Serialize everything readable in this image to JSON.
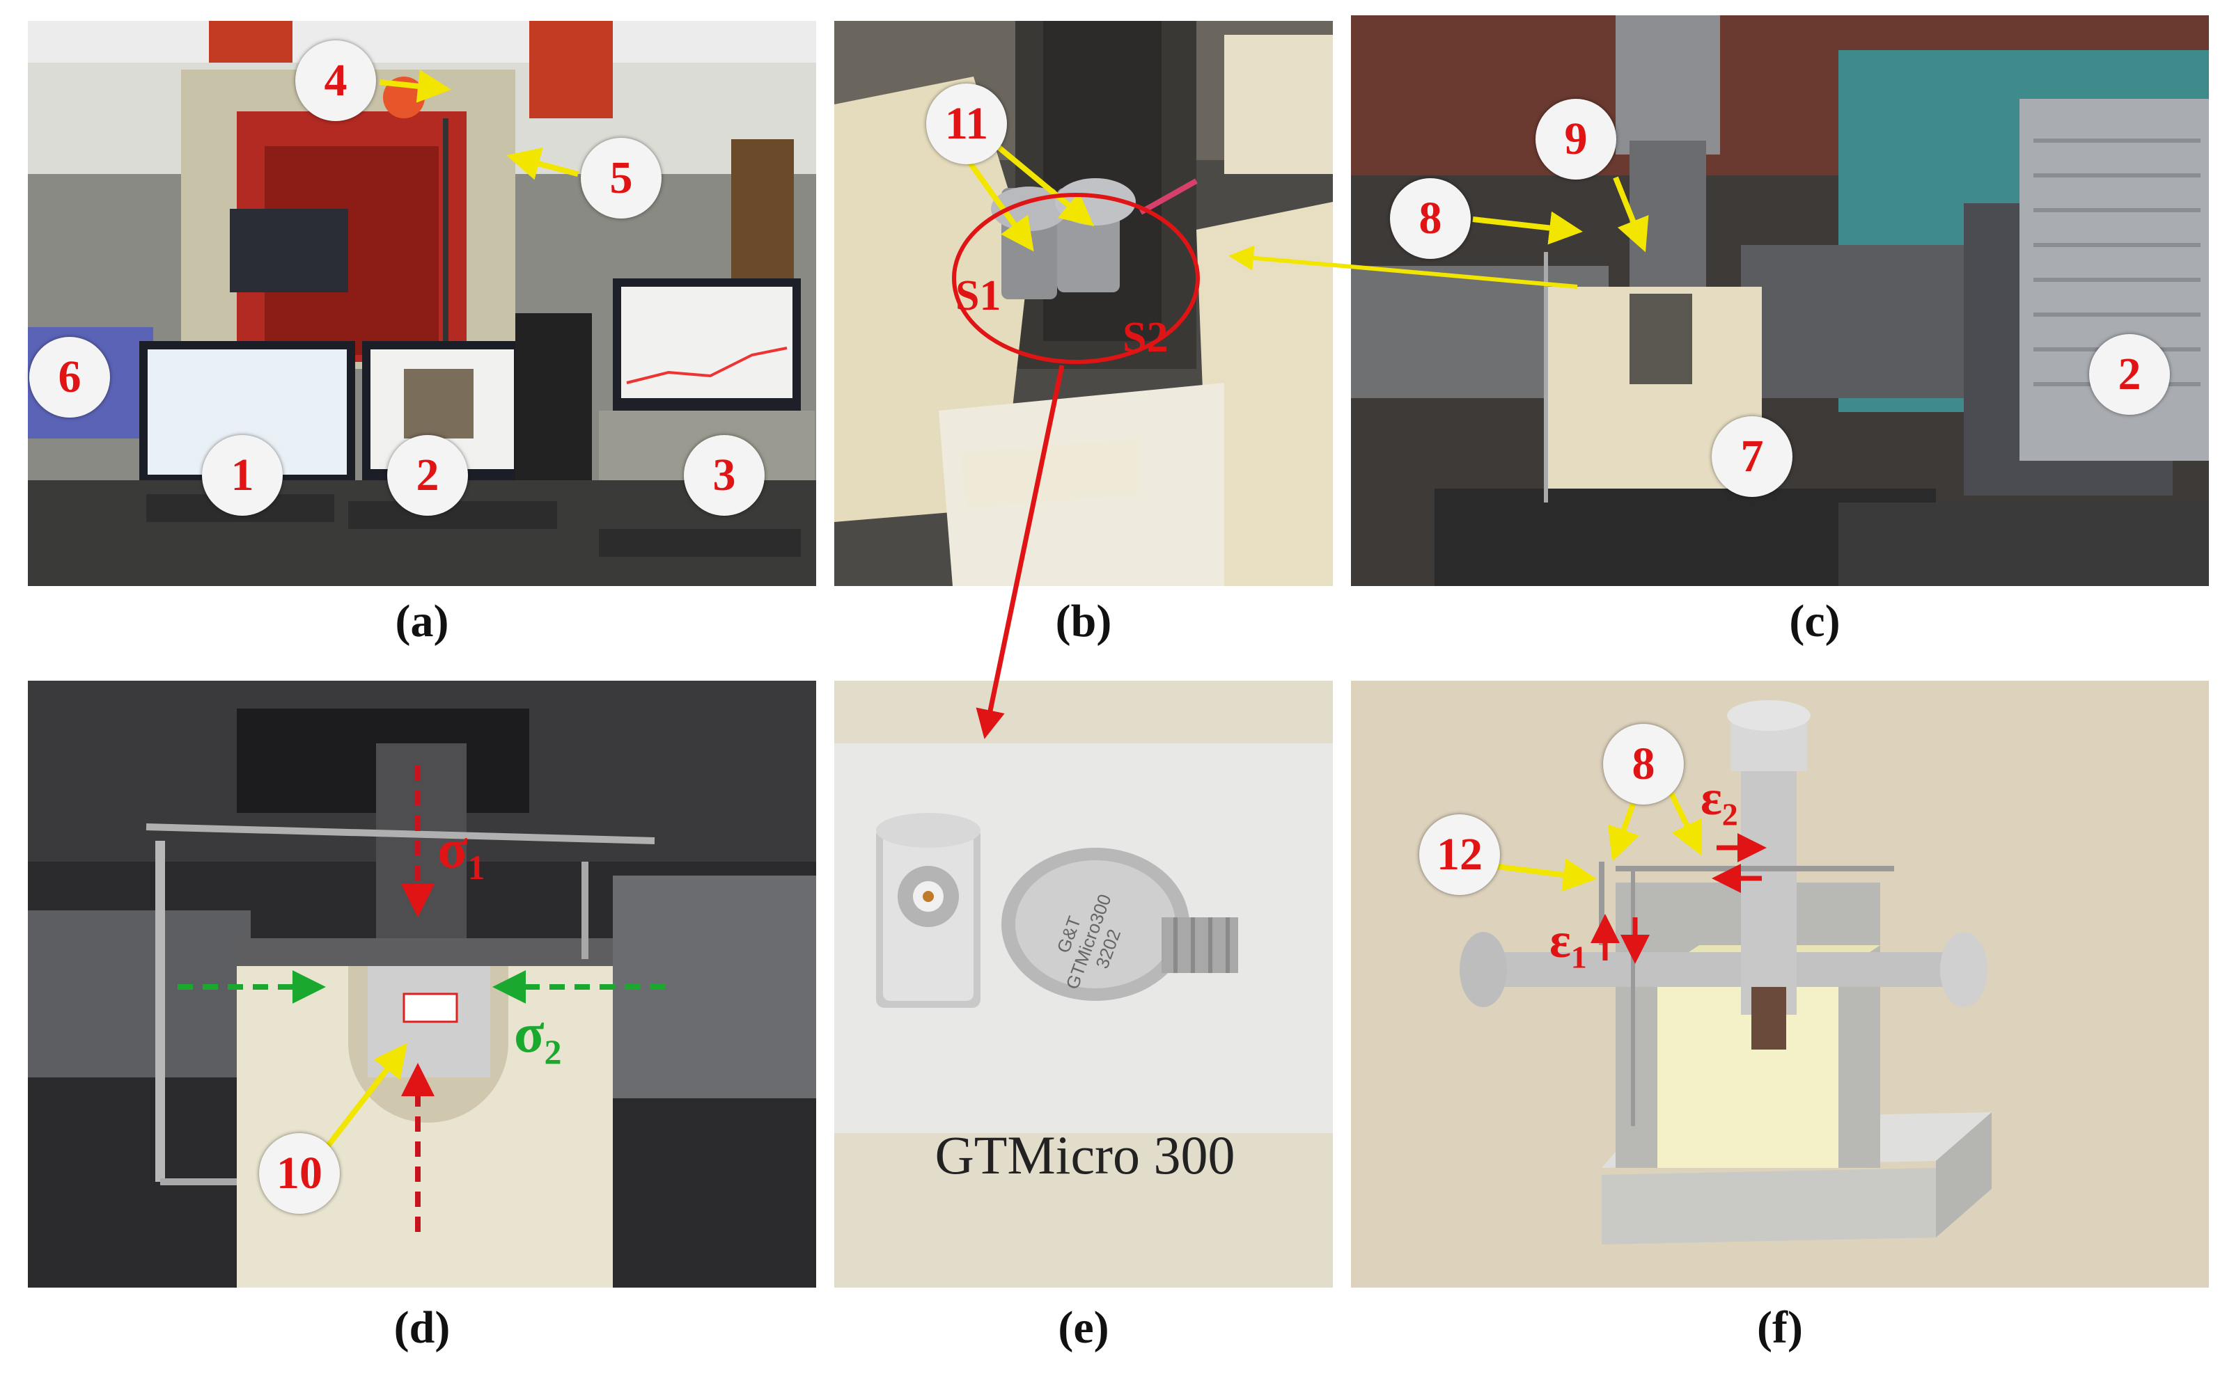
{
  "panels": {
    "a": {
      "caption": "(a)",
      "callouts": [
        "1",
        "2",
        "3",
        "4",
        "5",
        "6"
      ]
    },
    "b": {
      "caption": "(b)",
      "callouts": [
        "11"
      ],
      "sensor_labels": [
        "S1",
        "S2"
      ]
    },
    "c": {
      "caption": "(c)",
      "callouts": [
        "2",
        "7",
        "8",
        "9"
      ]
    },
    "d": {
      "caption": "(d)",
      "callouts": [
        "10"
      ],
      "stress_labels": [
        "σ",
        "1",
        "σ",
        "2"
      ]
    },
    "e": {
      "caption": "(e)",
      "sensor_name": "GTMicro 300",
      "sensor_engraving": [
        "G&T",
        "GTMicro300",
        "3202"
      ]
    },
    "f": {
      "caption": "(f)",
      "callouts": [
        "8",
        "12"
      ],
      "strain_labels": [
        "ε",
        "2",
        "ε",
        "1"
      ]
    }
  },
  "colors": {
    "callout_text": "#e01414",
    "arrow_yellow": "#f2e600",
    "arrow_red": "#e01414",
    "arrow_green": "#1aa82e"
  }
}
